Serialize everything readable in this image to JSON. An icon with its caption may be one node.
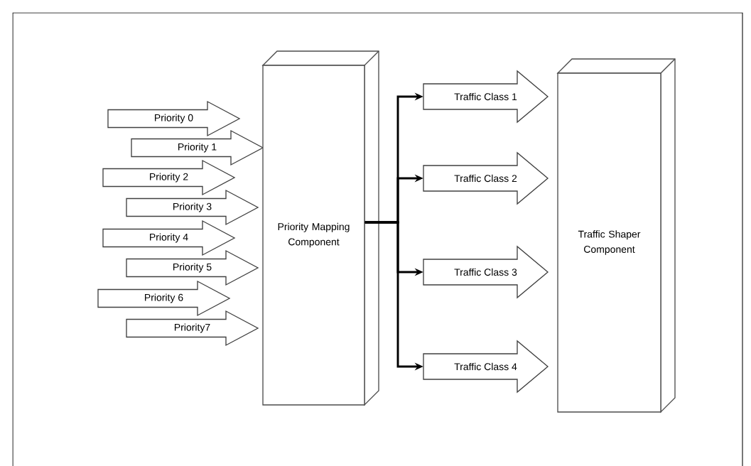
{
  "diagram": {
    "nodes": [
      {
        "text": [
          "Priority 0"
        ]
      },
      {
        "text": [
          "Priority 1"
        ]
      },
      {
        "text": [
          "Priority 2"
        ]
      },
      {
        "text": [
          "Priority 3"
        ]
      },
      {
        "text": [
          "Priority 4"
        ]
      },
      {
        "text": [
          "Priority 5"
        ]
      },
      {
        "text": [
          "Priority 6"
        ]
      },
      {
        "text": [
          "Priority7"
        ]
      },
      {
        "text": [
          "Priority Mapping Component"
        ]
      },
      {
        "text": [
          "Traffic Class 1"
        ]
      },
      {
        "text": [
          "Traffic Class 2"
        ]
      },
      {
        "text": [
          "Traffic Class 3"
        ]
      },
      {
        "text": [
          "Traffic Class 4"
        ]
      },
      {
        "text": [
          "Traffic Shaper Component"
        ]
      }
    ],
    "edges": [
      {
        "from": 8,
        "to": 9,
        "arrow": "to"
      },
      {
        "from": 8,
        "to": 10,
        "arrow": "to"
      },
      {
        "from": 8,
        "to": 11,
        "arrow": "to"
      },
      {
        "from": 8,
        "to": 12,
        "arrow": "to"
      }
    ]
  }
}
